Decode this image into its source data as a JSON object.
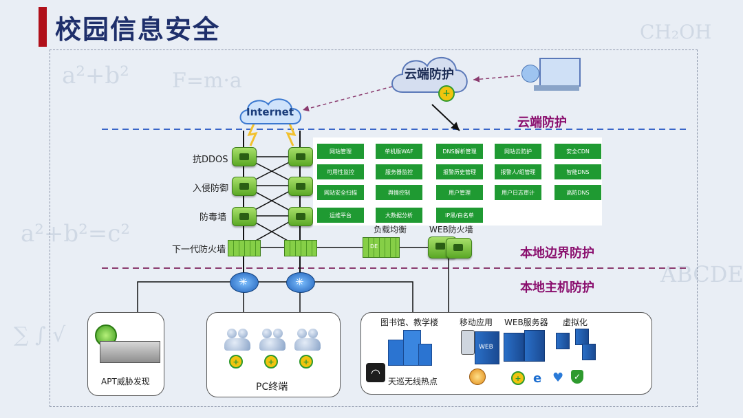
{
  "title": "校园信息安全",
  "cloud": {
    "label": "云端防护"
  },
  "internet": {
    "label": "Internet"
  },
  "zones": {
    "cloud_protection": "云端防护",
    "local_boundary": "本地边界防护",
    "local_host": "本地主机防护"
  },
  "layers": [
    "抗DDOS",
    "入侵防御",
    "防毒墙",
    "下一代防火墙"
  ],
  "services": [
    [
      "网站管理",
      "单机版WAF",
      "DNS解析管理",
      "网站云防护",
      "安全CDN"
    ],
    [
      "可用性监控",
      "服务器监控",
      "报警历史管理",
      "报警人/组管理",
      "智能DNS"
    ],
    [
      "网站安全扫描",
      "舆情控制",
      "用户管理",
      "用户日志审计",
      "高防DNS"
    ],
    [
      "运维平台",
      "大数据分析",
      "IP黑/白名单"
    ]
  ],
  "devices": {
    "load_balancer": "负载均衡",
    "web_firewall": "WEB防火墙",
    "lb_tag": "DE"
  },
  "terminals": {
    "apt": "APT威胁发现",
    "pc": "PC终端",
    "library": "图书馆、教学楼",
    "wifi": "天巡无线热点",
    "mobile": "移动应用",
    "web_server": "WEB服务器",
    "virtual": "虚拟化",
    "web_tag": "WEB"
  },
  "colors": {
    "accent": "#b0101a",
    "title": "#1e2f6b",
    "zone": "#8a0f6e",
    "service_green": "#1f9a32",
    "dash_blue": "#3a66c8",
    "dash_purple": "#8a3a6e"
  },
  "icons": [
    "cloud-icon",
    "plus-shield-icon",
    "laptop-user-icon",
    "switch-icon",
    "firewall-icon",
    "router-icon",
    "server-icon",
    "people-icon",
    "building-icon",
    "wifi-icon",
    "phone-icon",
    "globe-icon",
    "ie-icon",
    "heart-icon",
    "shield-icon"
  ]
}
